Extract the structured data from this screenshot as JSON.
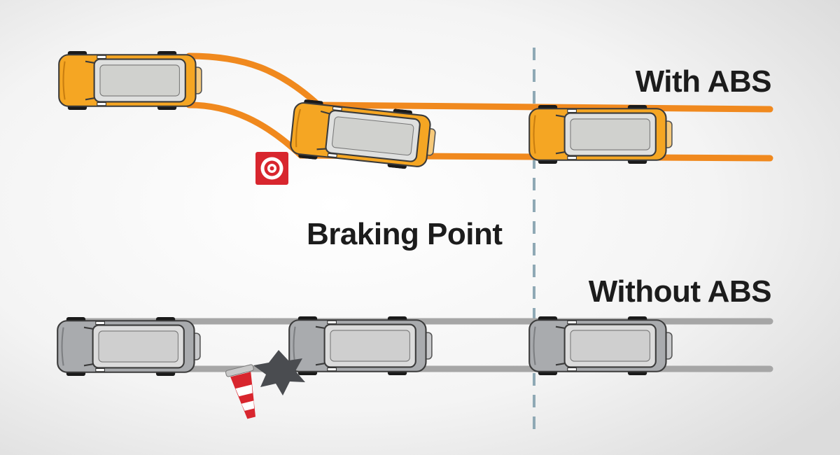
{
  "labels": {
    "with_abs": "With ABS",
    "braking_point": "Braking Point",
    "without_abs": "Without ABS"
  },
  "colors": {
    "abs_track": "#f0891e",
    "abs_car_body": "#f5a623",
    "no_abs_track": "#a6a6a6",
    "no_abs_car_body": "#a9abae",
    "braking_line": "#8fa9b5",
    "target_sign": "#d8262e",
    "cone": "#d8262e",
    "impact": "#4a4c50"
  },
  "icons": [
    "target-icon",
    "traffic-cone-icon",
    "collision-burst-icon"
  ]
}
